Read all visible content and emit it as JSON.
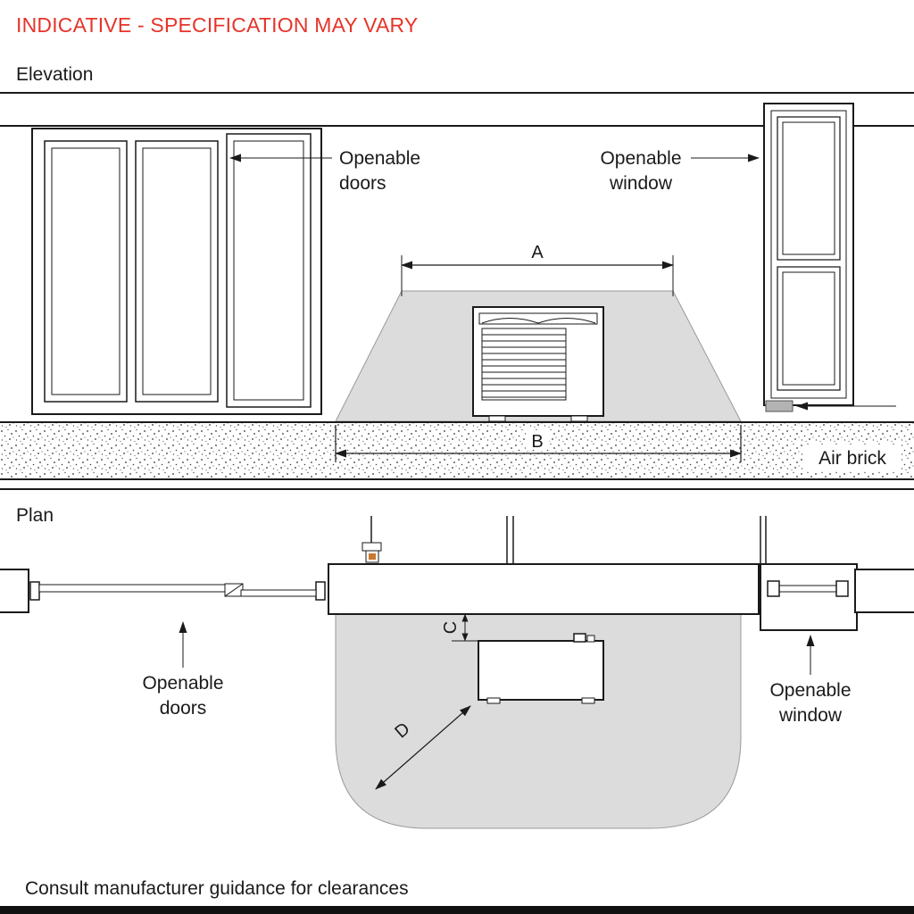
{
  "header": {
    "warning_text": "INDICATIVE - SPECIFICATION MAY VARY"
  },
  "elevation": {
    "section_label": "Elevation",
    "openable_doors_line1": "Openable",
    "openable_doors_line2": "doors",
    "openable_window_line1": "Openable",
    "openable_window_line2": "window",
    "dim_a": "A",
    "dim_b": "B",
    "air_brick": "Air brick"
  },
  "plan": {
    "section_label": "Plan",
    "openable_doors_line1": "Openable",
    "openable_doors_line2": "doors",
    "openable_window_line1": "Openable",
    "openable_window_line2": "window",
    "dim_c": "C",
    "dim_d": "D"
  },
  "footer": {
    "note": "Consult manufacturer guidance for clearances"
  },
  "colors": {
    "warning": "#e6342a",
    "clearance_fill": "#dcdcdc",
    "air_brick_fill": "#b3b3b3",
    "line": "#1a1a1a"
  }
}
